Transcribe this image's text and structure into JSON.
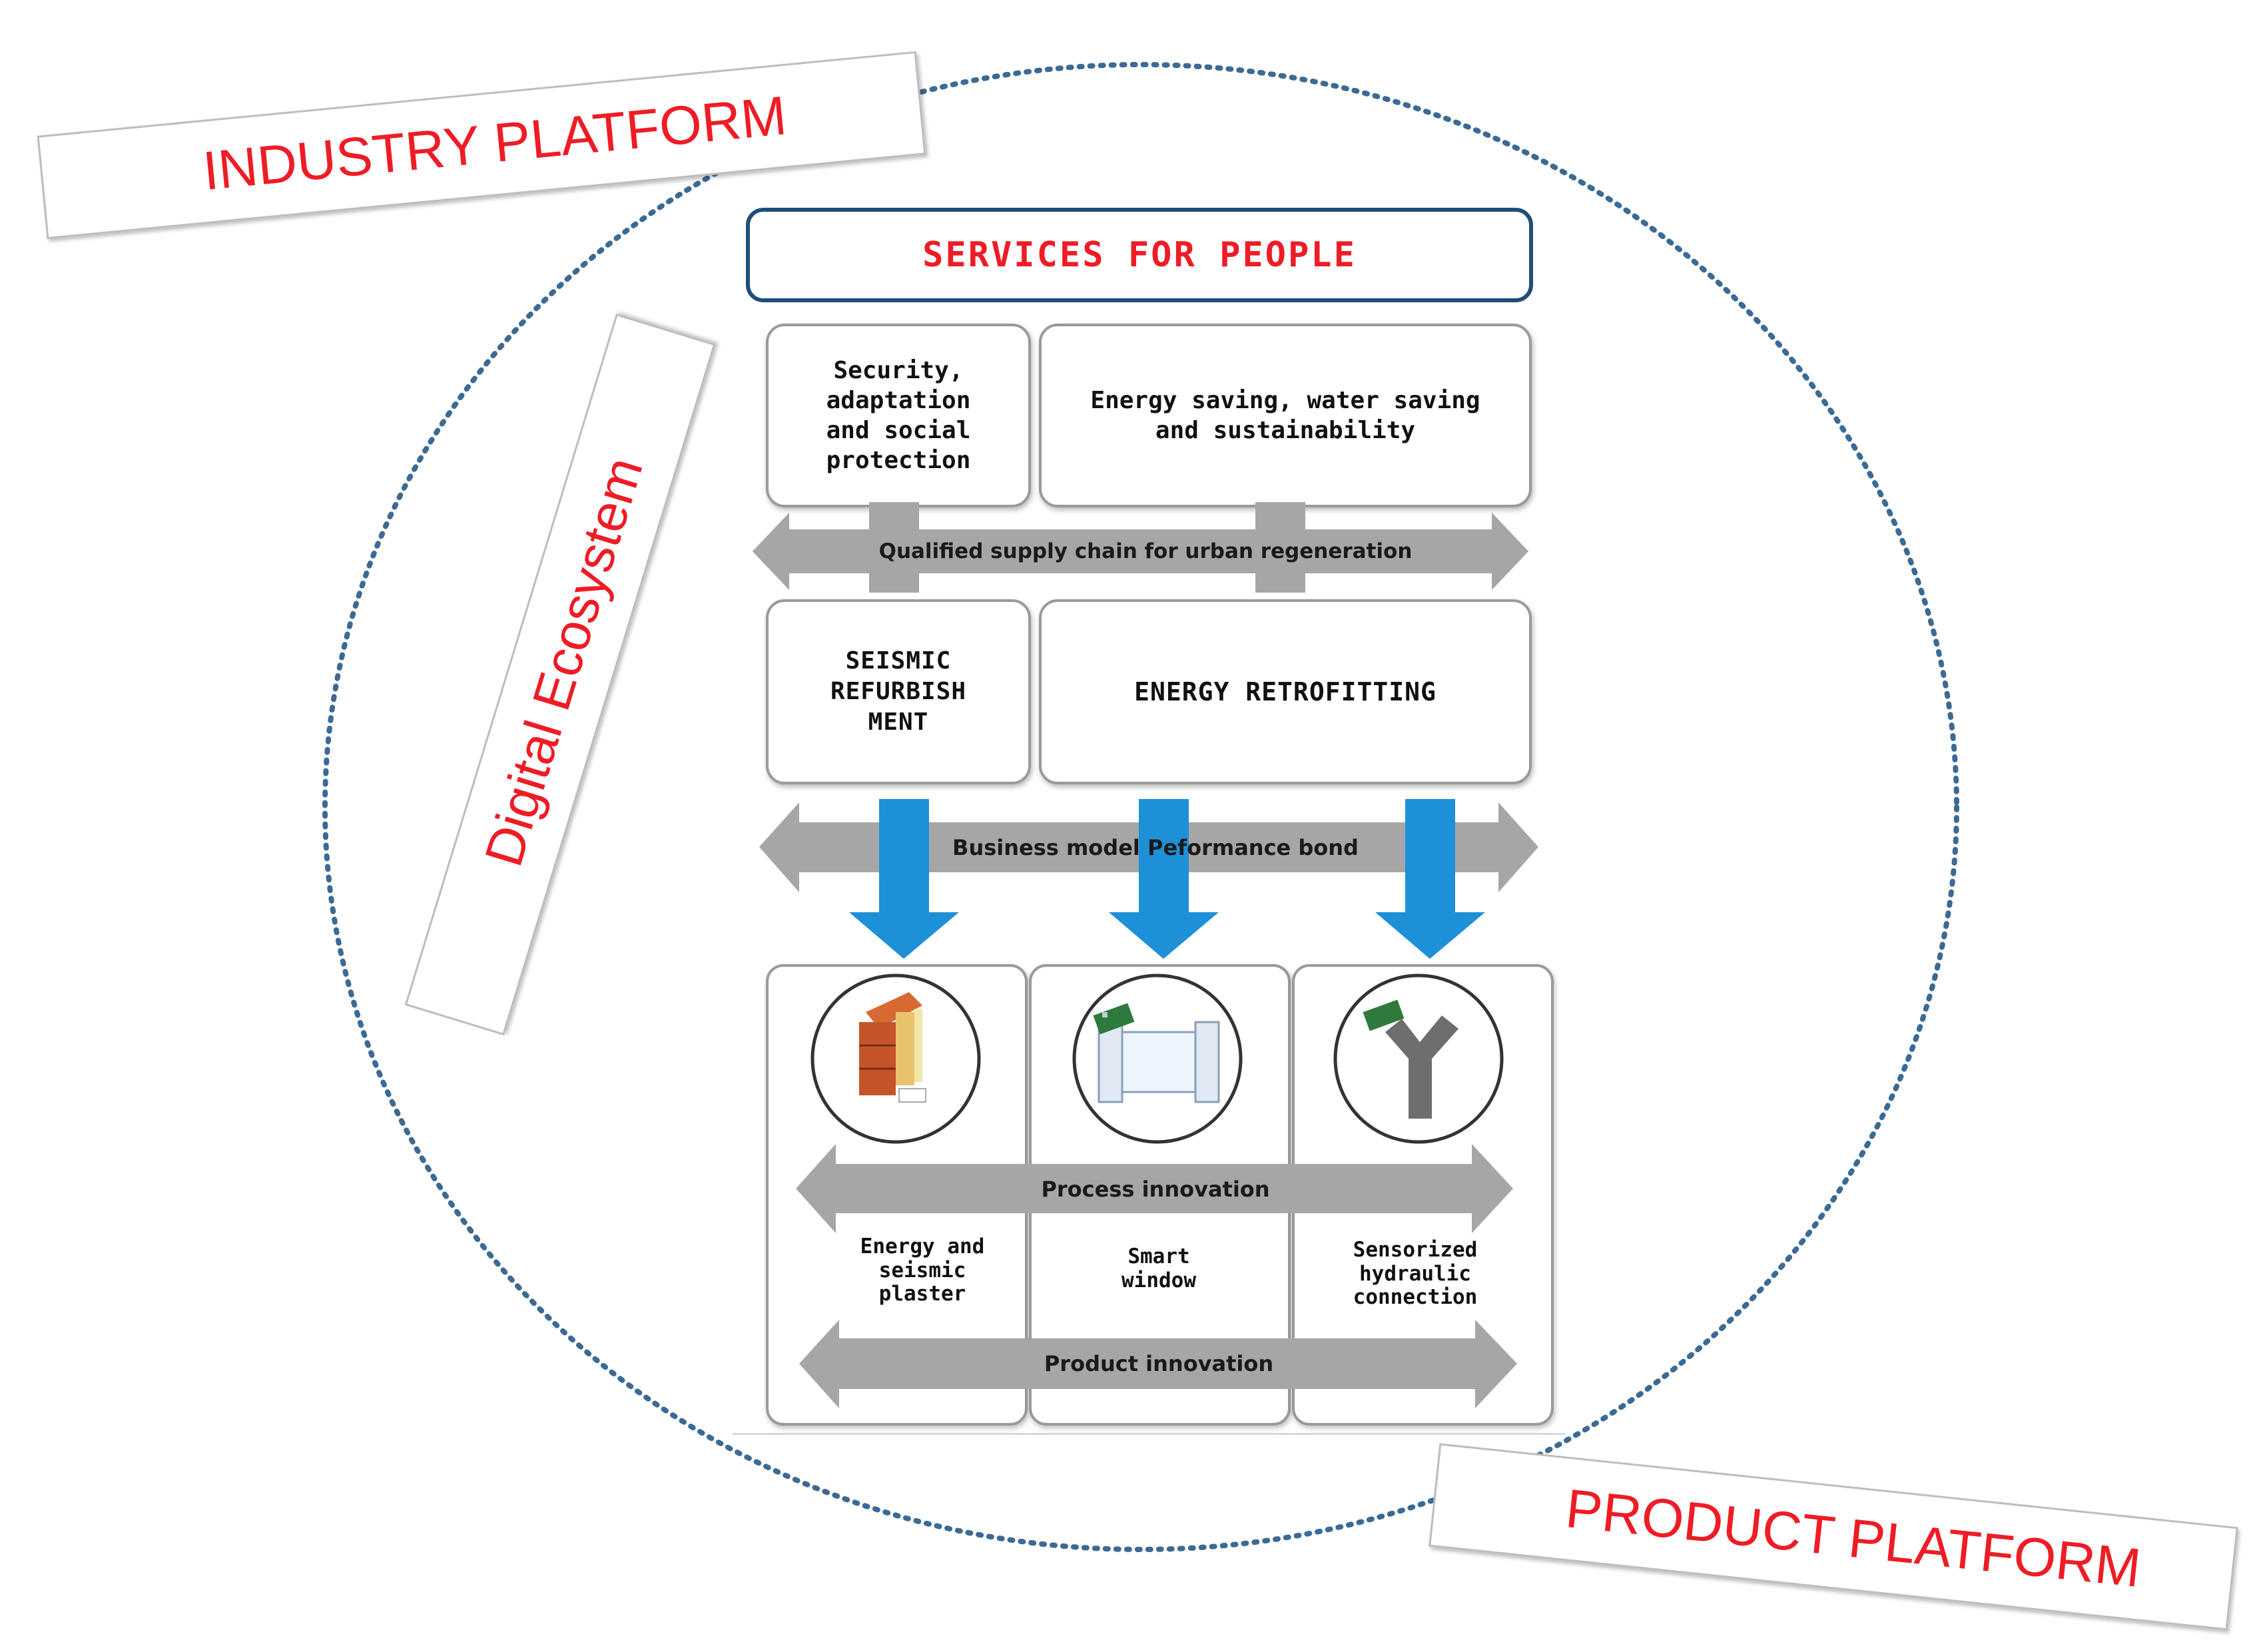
{
  "labels": {
    "industry_platform": "INDUSTRY PLATFORM",
    "product_platform": "PRODUCT PLATFORM",
    "digital_ecosystem": "Digital Ecosystem"
  },
  "services": {
    "title": "SERVICES FOR PEOPLE",
    "left": "Security,\nadaptation\nand social\nprotection",
    "right": "Energy saving, water saving\nand sustainability"
  },
  "supply_chain": "Qualified supply chain for urban regeneration",
  "interventions": {
    "left": "SEISMIC\nREFURBISH\nMENT",
    "right": "ENERGY RETROFITTING"
  },
  "business_model": "Business model Peformance bond",
  "products": [
    {
      "label": "Energy and\nseismic\nplaster",
      "icon": "brick-plaster-icon"
    },
    {
      "label": "Smart\nwindow",
      "icon": "smart-window-icon"
    },
    {
      "label": "Sensorized\nhydraulic\nconnection",
      "icon": "hydraulic-connection-icon"
    }
  ],
  "process_innovation": "Process innovation",
  "product_innovation": "Product innovation",
  "colors": {
    "red": "#ee1c25",
    "navy": "#1f4e79",
    "gray_arrow": "#a6a6a6",
    "blue_arrow": "#1e90d8",
    "dotted_circle": "#3b6a94"
  }
}
